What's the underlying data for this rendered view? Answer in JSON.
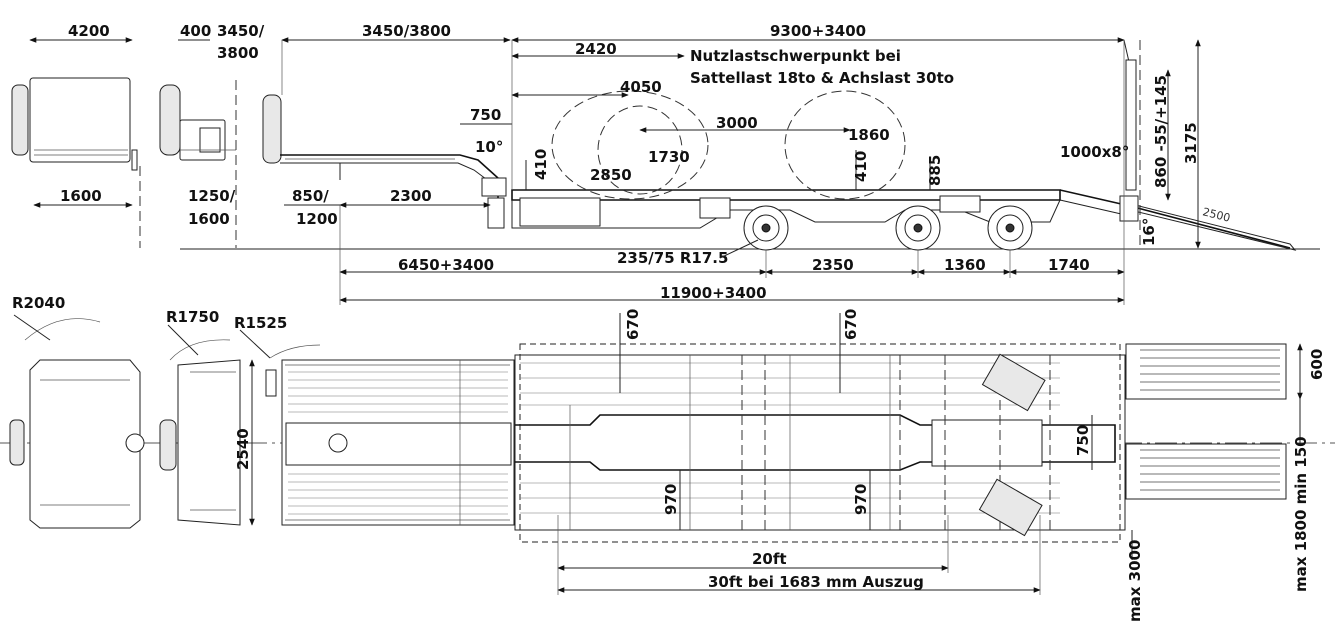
{
  "side_view": {
    "dims": {
      "d4200": "4200",
      "d400": "400",
      "d3450_3800a_l1": "3450/",
      "d3450_3800a_l2": "3800",
      "d3450_3800b": "3450/3800",
      "d9300": "9300+3400",
      "d2420": "2420",
      "d4050": "4050",
      "d750": "750",
      "d10deg": "10°",
      "d3000": "3000",
      "d1860": "1860",
      "d1730": "1730",
      "d410a": "410",
      "d2850": "2850",
      "d410b": "410",
      "d885": "885",
      "d1000x8": "1000x8°",
      "d860": "860 -55/+145",
      "d3175": "3175",
      "d2500": "2500",
      "d16deg": "16°",
      "d1600": "1600",
      "d1250_l1": "1250/",
      "d1250_l2": "1600",
      "d850_l1": "850/",
      "d850_l2": "1200",
      "d2300": "2300",
      "d6450": "6450+3400",
      "tyre": "235/75 R17.5",
      "d2350": "2350",
      "d1360": "1360",
      "d1740": "1740",
      "d11900": "11900+3400"
    },
    "note_line1": "Nutzlastschwerpunkt bei",
    "note_line2": "Sattellast 18to & Achslast 30to"
  },
  "top_view": {
    "dims": {
      "r2040": "R2040",
      "r1750": "R1750",
      "r1525": "R1525",
      "d2540": "2540",
      "d670a": "670",
      "d670b": "670",
      "d970a": "970",
      "d970b": "970",
      "d750": "750",
      "d600": "600",
      "d20ft": "20ft",
      "d30ft": "30ft bei 1683 mm Auszug",
      "dmax3000": "max 3000",
      "dmax1800": "max 1800 min 150"
    }
  }
}
